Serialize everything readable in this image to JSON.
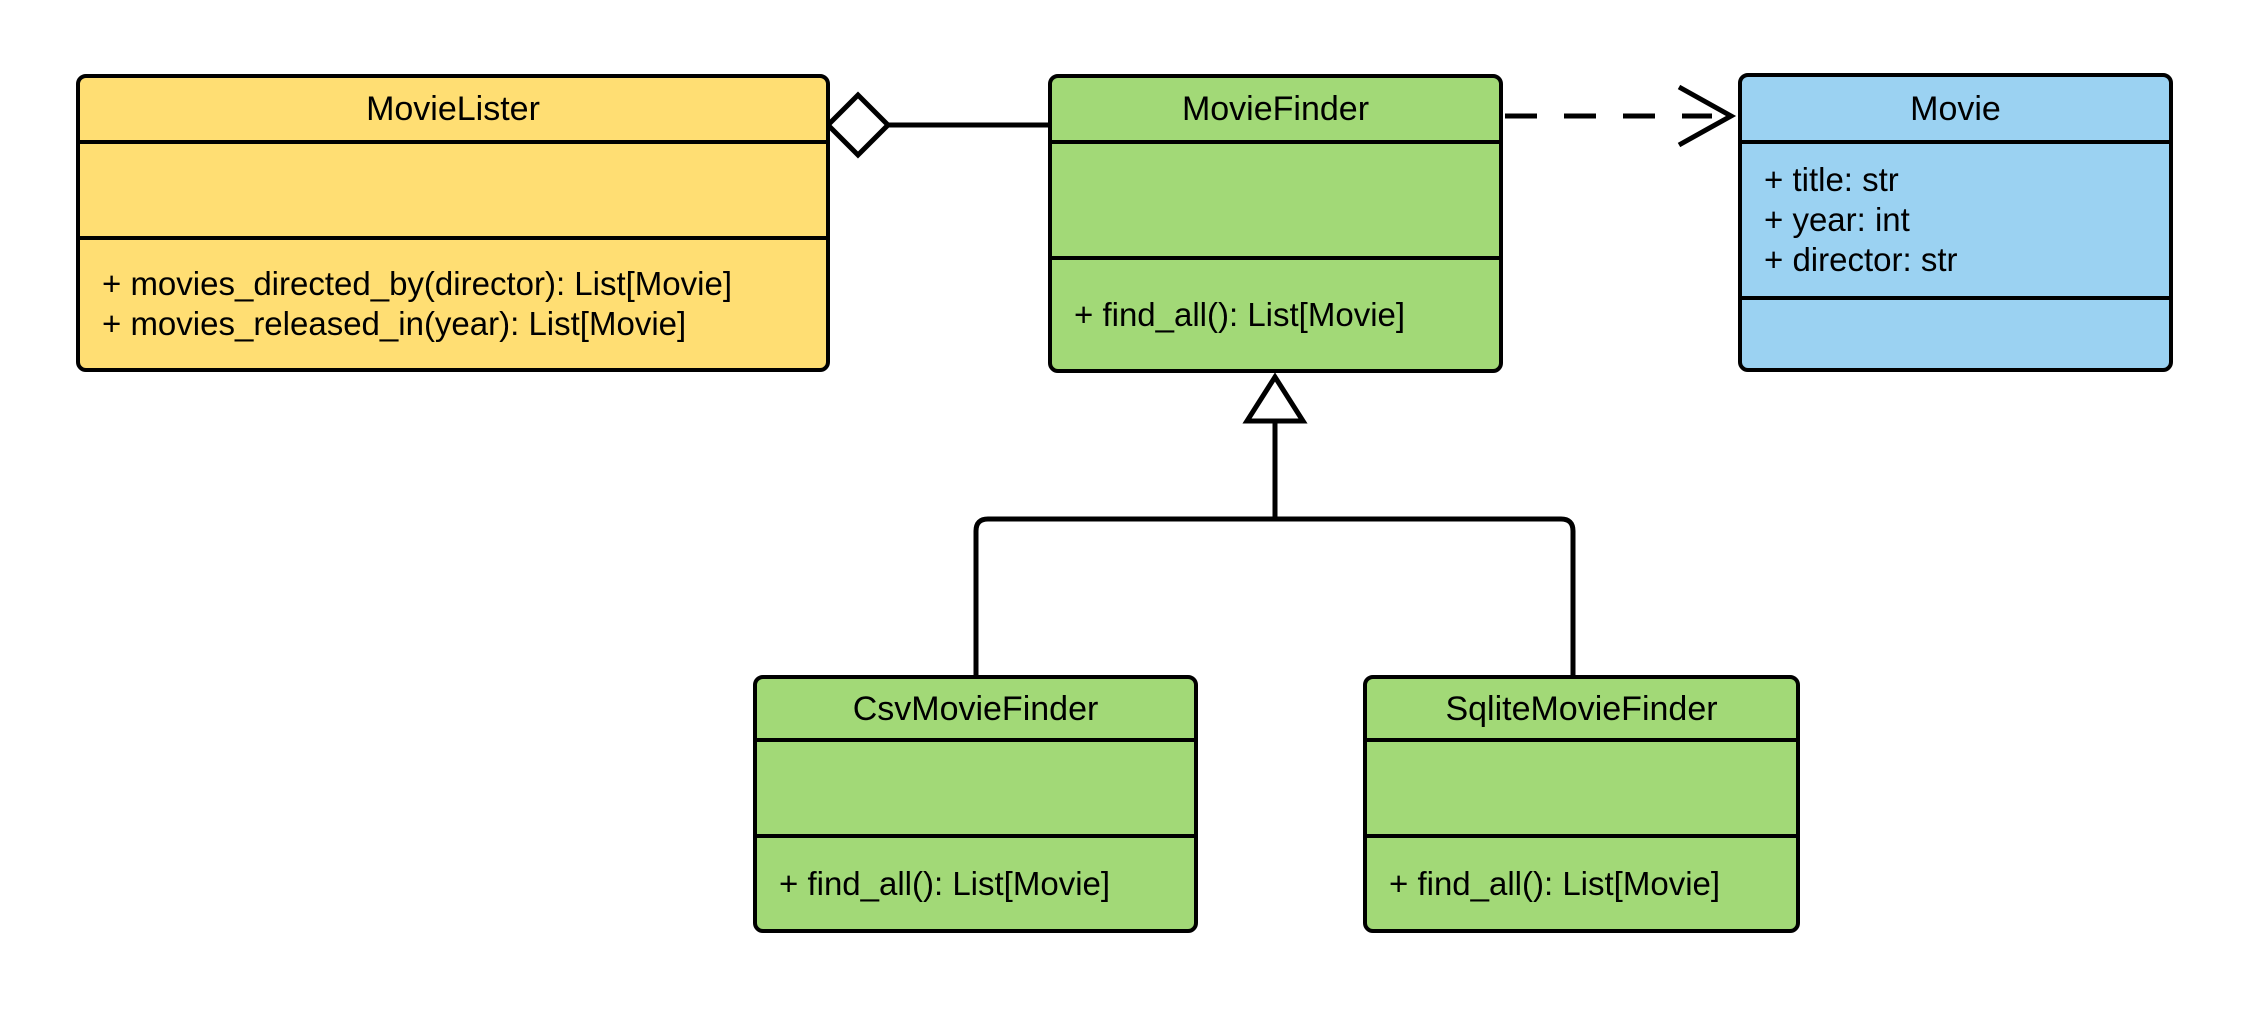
{
  "diagram_type": "uml-class-diagram",
  "classes": [
    {
      "name": "MovieLister",
      "fill": "#FFDE73",
      "attributes": [],
      "methods": [
        "+ movies_directed_by(director): List[Movie]",
        "+ movies_released_in(year): List[Movie]"
      ]
    },
    {
      "name": "MovieFinder",
      "fill": "#A2D977",
      "attributes": [],
      "methods": [
        "+ find_all(): List[Movie]"
      ]
    },
    {
      "name": "Movie",
      "fill": "#9BD2F2",
      "attributes": [
        "+ title: str",
        "+ year: int",
        "+ director: str"
      ],
      "methods": []
    },
    {
      "name": "CsvMovieFinder",
      "fill": "#A2D977",
      "attributes": [],
      "methods": [
        "+ find_all(): List[Movie]"
      ]
    },
    {
      "name": "SqliteMovieFinder",
      "fill": "#A2D977",
      "attributes": [],
      "methods": [
        "+ find_all(): List[Movie]"
      ]
    }
  ],
  "relationships": [
    {
      "type": "aggregation",
      "from": "MovieLister",
      "to": "MovieFinder",
      "style": "solid line, hollow diamond at MovieLister"
    },
    {
      "type": "dependency",
      "from": "MovieFinder",
      "to": "Movie",
      "style": "dashed line, open arrowhead at Movie"
    },
    {
      "type": "generalization",
      "from": "CsvMovieFinder",
      "to": "MovieFinder",
      "style": "solid line, hollow triangle at MovieFinder"
    },
    {
      "type": "generalization",
      "from": "SqliteMovieFinder",
      "to": "MovieFinder",
      "style": "solid line, hollow triangle at MovieFinder"
    }
  ],
  "colors": {
    "yellow": "#FFDE73",
    "green": "#A2D977",
    "blue": "#9BD2F2",
    "stroke": "#000000",
    "background": "#ffffff"
  }
}
